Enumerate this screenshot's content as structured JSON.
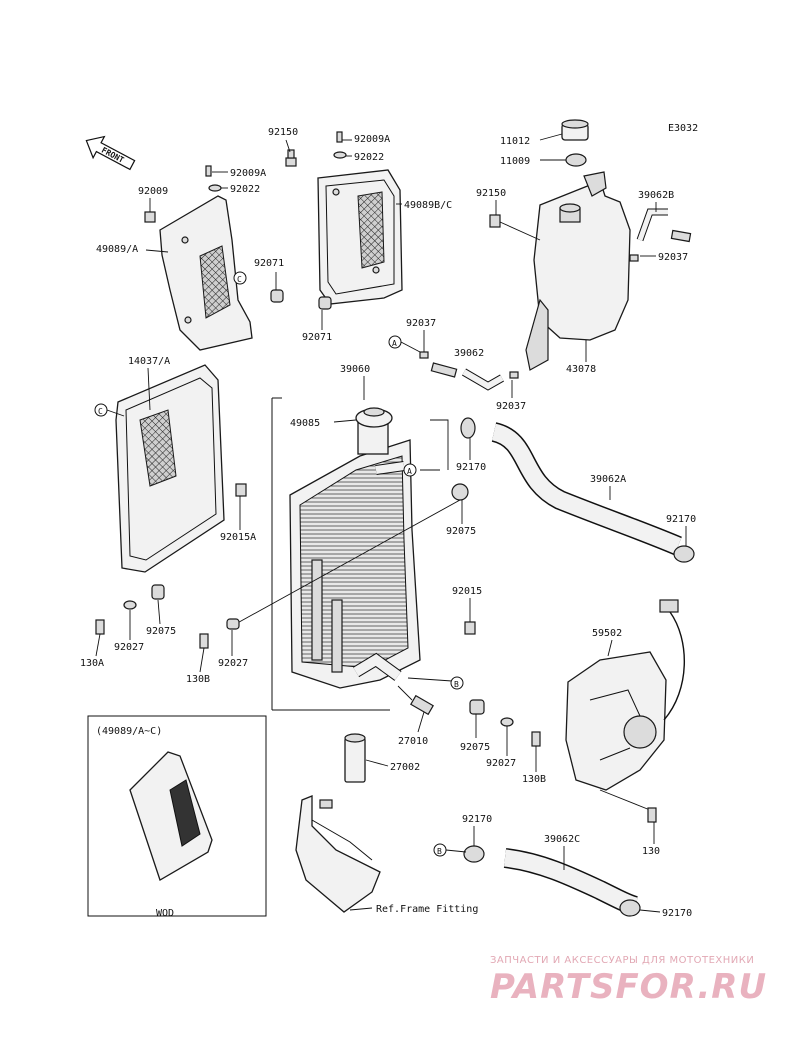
{
  "diagram_code": "E3032",
  "front_label": "FRONT",
  "parts": {
    "p11012": "11012",
    "p11009": "11009",
    "p92150_top": "92150",
    "p92009A_top": "92009A",
    "p92022_top": "92022",
    "p92009A_left": "92009A",
    "p92022_left": "92022",
    "p92009_left": "92009",
    "p49089A": "49089/A",
    "p49089BC": "49089B/C",
    "p92071_a": "92071",
    "p92071_b": "92071",
    "p92150_tank": "92150",
    "p39062B": "39062B",
    "p92037_tank": "92037",
    "p92037_a": "92037",
    "p39062": "39062",
    "p92037_b": "92037",
    "p43078": "43078",
    "p14037A": "14037/A",
    "p39060": "39060",
    "p49085": "49085",
    "p92170_a": "92170",
    "p39062A": "39062A",
    "p92170_b": "92170",
    "p92015A": "92015A",
    "p92075_a": "92075",
    "p92015": "92015",
    "p92075_left": "92075",
    "p92027_left": "92027",
    "p130A": "130A",
    "p130B": "130B",
    "p92027_mid": "92027",
    "p59502": "59502",
    "p27010": "27010",
    "p92075_b": "92075",
    "p92027_b": "92027",
    "p130B_b": "130B",
    "p27002": "27002",
    "p130": "130",
    "p92170_c": "92170",
    "p39062C": "39062C",
    "p92170_d": "92170",
    "p49089AC": "(49089/A~C)",
    "wod": "WOD",
    "ref_frame": "Ref.Frame Fitting"
  },
  "callouts": {
    "A": "A",
    "B": "B",
    "C": "C"
  },
  "watermark": {
    "line1": "ЗАПЧАСТИ И АКСЕССУАРЫ ДЛЯ МОТОТЕХНИКИ",
    "line2": "PARTSFOR.RU",
    "color": "#e9b2bf"
  }
}
